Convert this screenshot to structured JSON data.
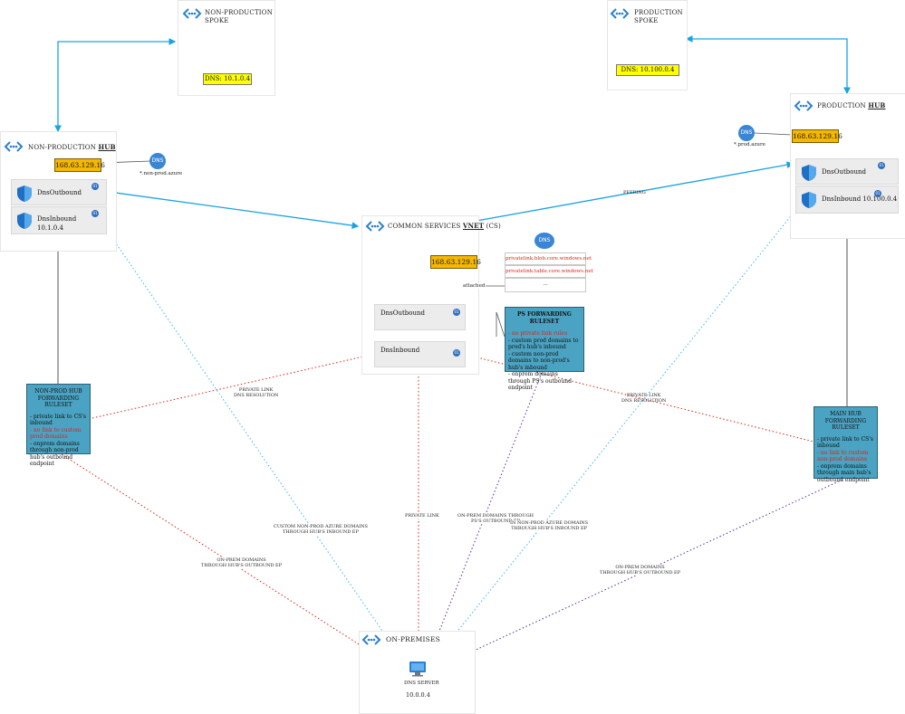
{
  "nonprod_spoke": {
    "title_line1": "NON-PRODUCTION",
    "title_line2": "SPOKE",
    "dns": "DNS: 10.1.0.4"
  },
  "prod_spoke": {
    "title_line1": "PRODUCTION",
    "title_line2": "SPOKE",
    "dns": "DNS: 10.100.0.4"
  },
  "nonprod_hub": {
    "title_prefix": "NON-PRODUCTION ",
    "title_bold": "HUB",
    "ip": "168.63.129.16",
    "dns_zone": "*.non-prod.azure",
    "dns_label": "DNS",
    "outbound": "DnsOutbound",
    "inbound_line1": "DnsInbound",
    "inbound_line2": "10.1.0.4",
    "dot_out": "01",
    "dot_in": "01"
  },
  "prod_hub": {
    "title_prefix": "PRODUCTION ",
    "title_bold": "HUB",
    "ip": "168.63.129.16",
    "dns_zone": "*.prod.azure",
    "dns_label": "DNS",
    "outbound": "DnsOutbound",
    "inbound": "DnsInbound 10.100.0.4",
    "dot_out": "01",
    "dot_in": "01"
  },
  "common": {
    "title_prefix": "COMMON SERVICES ",
    "title_bold": "VNET",
    "title_suffix": " (CS)",
    "ip": "168.63.129.16",
    "dns_label": "DNS",
    "zones": [
      "privatelink.blob.core.windows.net",
      "privatelink.table.core.windows.net",
      "..."
    ],
    "attached": "attached",
    "outbound": "DnsOutbound",
    "inbound": "DnsInbound",
    "dot_out": "01",
    "dot_in": "01"
  },
  "cs_ruleset": {
    "title": "PS FORWARDING RULESET",
    "lines": [
      {
        "text": "- no private link rules",
        "red": true
      },
      {
        "text": "- custom prod domains to prod's hub's inbound",
        "red": false
      },
      {
        "text": "- custom non-prod domains to non-prod's hub's inbound",
        "red": false
      },
      {
        "text": "- onprem domains through PS's outbound endpoint",
        "red": false
      }
    ]
  },
  "np_ruleset": {
    "title": "NON-PROD HUB FORWARDING RULESET",
    "lines": [
      {
        "text": "- private link to CS's inbound",
        "red": false
      },
      {
        "text": "- no link to custom prod domains",
        "red": true
      },
      {
        "text": "- onprem domains through non-prod hub's outbound endpoint",
        "red": false
      }
    ]
  },
  "main_ruleset": {
    "title": "MAIN HUB FORWARDING RULESET",
    "lines": [
      {
        "text": "- private link to CS's inbound",
        "red": false
      },
      {
        "text": "- no link to custom non-prod domains",
        "red": true
      },
      {
        "text": "- onprem domains through main hub's outbound endpoint",
        "red": false
      }
    ]
  },
  "onprem": {
    "title": "ON-PREMISES",
    "server": "DNS SERVER",
    "ip": "10.0.0.4"
  },
  "edge_labels": {
    "peering": "PEERING",
    "pl_left_1": "PRIVATE LINK",
    "pl_left_2": "DNS RESOLUTION",
    "pl_right_1": "PRIVATE LINK",
    "pl_right_2": "DNS RESOLUTION",
    "private_link": "PRIVATE LINK",
    "custom_np_1": "CUSTOM NON-PROD AZURE DOMAINS",
    "custom_np_2": "THROUGH HUB'S INBOUND EP",
    "onprem_left_1": "ON-PREM DOMAINS",
    "onprem_left_2": "THROUGH HUB'S OUTBOUND EP",
    "onprem_cs_1": "ON-PREM DOMAINS THROUGH",
    "onprem_cs_2": "PS'S OUTBOUND EP",
    "np_azure_1": "IN NON-PROD AZURE DOMAINS",
    "np_azure_2": "THROUGH HUB'S INBOUND EP",
    "onprem_right_1": "ON-PREM DOMAINS",
    "onprem_right_2": "THROUGH HUB'S OUTBOUND EP"
  },
  "colors": {
    "peering": "#1aa3e0",
    "red_dotted": "#d9241b",
    "blue_dotted": "#3fb6e8",
    "purple_dotted": "#5b2aa0",
    "ruleset": "#4aa3c2",
    "ip": "#f5b800"
  }
}
